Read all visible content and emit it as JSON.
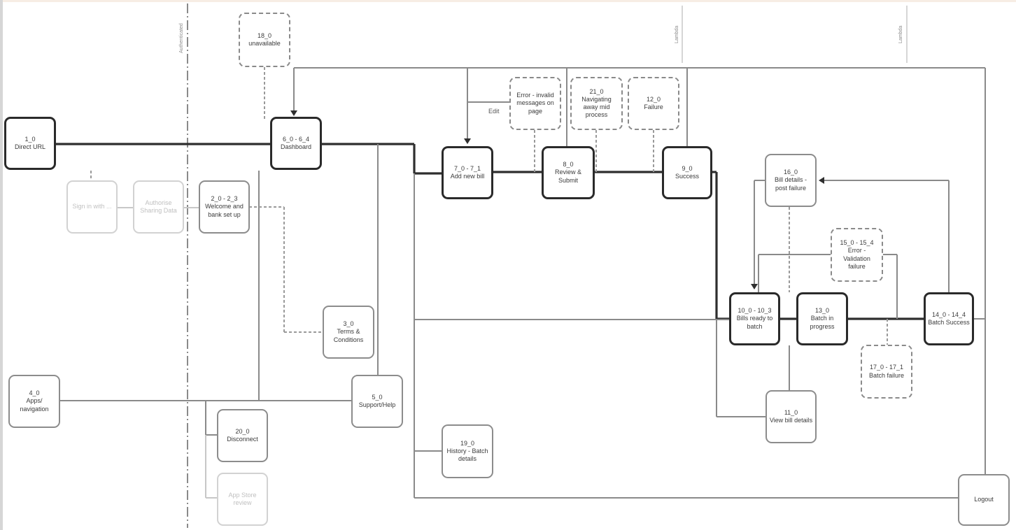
{
  "labels": {
    "boundary": "Authenticated",
    "divider_a": "Lambda",
    "divider_b": "Lambda",
    "edit": "Edit"
  },
  "nodes": {
    "n1_0": {
      "id": "1_0",
      "label": "Direct URL"
    },
    "n4_0": {
      "id": "4_0",
      "label": "Apps/ navigation"
    },
    "sign": {
      "id": "",
      "label": "Sign in with ..."
    },
    "auth": {
      "id": "",
      "label": "Authorise Sharing Data"
    },
    "n2_0": {
      "id": "2_0 - 2_3",
      "label": "Welcome and bank set up"
    },
    "n18_0": {
      "id": "18_0",
      "label": "unavailable"
    },
    "n6_0": {
      "id": "6_0 - 6_4",
      "label": "Dashboard"
    },
    "n3_0": {
      "id": "3_0",
      "label": "Terms & Conditions"
    },
    "n5_0": {
      "id": "5_0",
      "label": "Support/Help"
    },
    "n20_0": {
      "id": "20_0",
      "label": "Disconnect"
    },
    "appstore": {
      "id": "",
      "label": "App Store review"
    },
    "n7_0": {
      "id": "7_0 - 7_1",
      "label": "Add new bill"
    },
    "err1": {
      "id": "",
      "label": "Error - invalid messages on page"
    },
    "n21_0": {
      "id": "21_0",
      "label": "Navigating away mid process"
    },
    "n12_0": {
      "id": "12_0",
      "label": "Failure"
    },
    "n8_0": {
      "id": "8_0",
      "label": "Review & Submit"
    },
    "n9_0": {
      "id": "9_0",
      "label": "Success"
    },
    "n19_0": {
      "id": "19_0",
      "label": "History - Batch details"
    },
    "n16_0": {
      "id": "16_0",
      "label": "Bill details - post failure"
    },
    "n15_0": {
      "id": "15_0 - 15_4",
      "label": "Error - Validation failure"
    },
    "n10_0": {
      "id": "10_0 - 10_3",
      "label": "Bills ready to batch"
    },
    "n13_0": {
      "id": "13_0",
      "label": "Batch in progress"
    },
    "n14_0": {
      "id": "14_0 - 14_4",
      "label": "Batch Success"
    },
    "n17_0": {
      "id": "17_0 - 17_1",
      "label": "Batch failure"
    },
    "n11_0": {
      "id": "11_0",
      "label": "View bill details"
    },
    "logout": {
      "id": "",
      "label": "Logout"
    }
  }
}
